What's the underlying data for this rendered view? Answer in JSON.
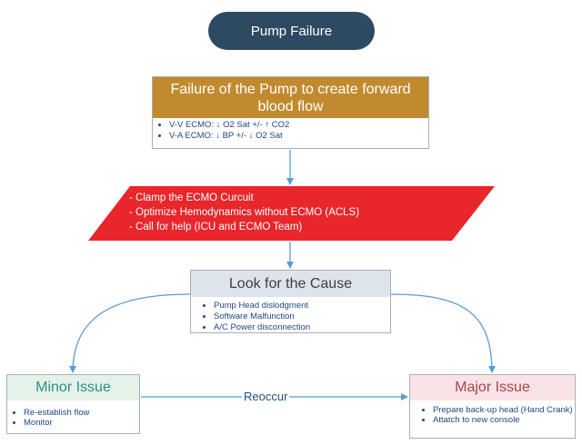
{
  "title": "Pump Failure",
  "failure": {
    "heading": "Failure of the Pump to create forward blood flow",
    "items": [
      "V-V ECMO: ↓ O2 Sat +/- ↑ CO2",
      "V-A ECMO: ↓ BP +/- ↓ O2 Sat"
    ]
  },
  "actions": [
    "- Clamp the ECMO Curcuit",
    "- Optimize Hemodynamics without ECMO (ACLS)",
    "- Call for help (ICU and ECMO Team)"
  ],
  "cause": {
    "heading": "Look for the Cause",
    "items": [
      "Pump Head dislodgment",
      "Software Malfunction",
      "A/C Power disconnection"
    ]
  },
  "minor": {
    "heading": "Minor Issue",
    "items": [
      "Re-establish flow",
      "Monitor"
    ]
  },
  "major": {
    "heading": "Major Issue",
    "items": [
      "Prepare back-up head (Hand Crank)",
      "Attatch to new console"
    ]
  },
  "reoccur_label": "Reoccur",
  "colors": {
    "title_fill": "#2e4a63",
    "failure_header": "#c18a2e",
    "action_fill": "#e8262b",
    "cause_header": "#dde4ec",
    "minor_header": "#e4f2ea",
    "major_header": "#fae3e7",
    "connector": "#5b9bd5",
    "list_text": "#1f4780"
  }
}
